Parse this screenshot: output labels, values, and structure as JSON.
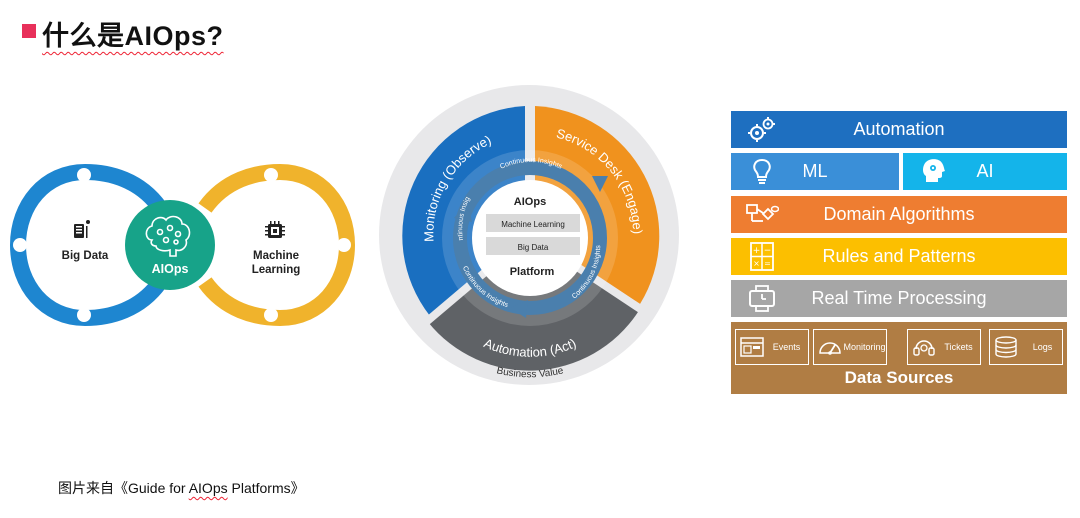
{
  "title": "什么是AIOps?",
  "caption": {
    "prefix": "图片来自《Guide for ",
    "underlined": "AIOps",
    "suffix": " Platforms》"
  },
  "left_diagram": {
    "left_label": "Big Data",
    "center_label": "AIOps",
    "right_label_line1": "Machine",
    "right_label_line2": "Learning",
    "colors": {
      "left_loop": "#1e86d0",
      "right_loop": "#f0b32c",
      "center": "#17a389"
    }
  },
  "center_diagram": {
    "segment_monitoring": "Monitoring (Observe)",
    "segment_service_desk": "Service Desk (Engage)",
    "segment_automation": "Automation (Act)",
    "arrow_top": "Continuous Insights",
    "arrow_left": "Continuous Insights",
    "arrow_right": "Continuous Insights",
    "arrow_bottom": "Continuous Insights",
    "core_title": "AIOps",
    "core_item_1": "Machine Learning",
    "core_item_2": "Big Data",
    "core_footer": "Platform",
    "outer_label": "Business Value",
    "colors": {
      "monitoring": "#1a6fc0",
      "service_desk": "#f0921e",
      "automation": "#5f6266",
      "arrows": "#4a7fad"
    }
  },
  "stack": {
    "automation": {
      "label": "Automation",
      "icon": "gears-icon",
      "color": "#1e6fc0"
    },
    "ml": {
      "label": "ML",
      "icon": "lightbulb-icon",
      "color": "#3a8fd8"
    },
    "ai": {
      "label": "AI",
      "icon": "ai-head-icon",
      "color": "#14b4ea"
    },
    "domain": {
      "label": "Domain Algorithms",
      "icon": "flowchart-icon",
      "color": "#ee7d31"
    },
    "rules": {
      "label": "Rules and Patterns",
      "icon": "calculator-icon",
      "color": "#fcbf00"
    },
    "realtime": {
      "label": "Real Time Processing",
      "icon": "stopwatch-icon",
      "color": "#a6a6a6"
    },
    "data_sources": {
      "label": "Data Sources",
      "color": "#b07d44",
      "items": [
        {
          "label": "Events",
          "icon": "events-icon"
        },
        {
          "label": "Monitoring",
          "icon": "gauge-icon"
        },
        {
          "label": "Tickets",
          "icon": "headset-icon"
        },
        {
          "label": "Logs",
          "icon": "database-icon"
        }
      ]
    }
  }
}
